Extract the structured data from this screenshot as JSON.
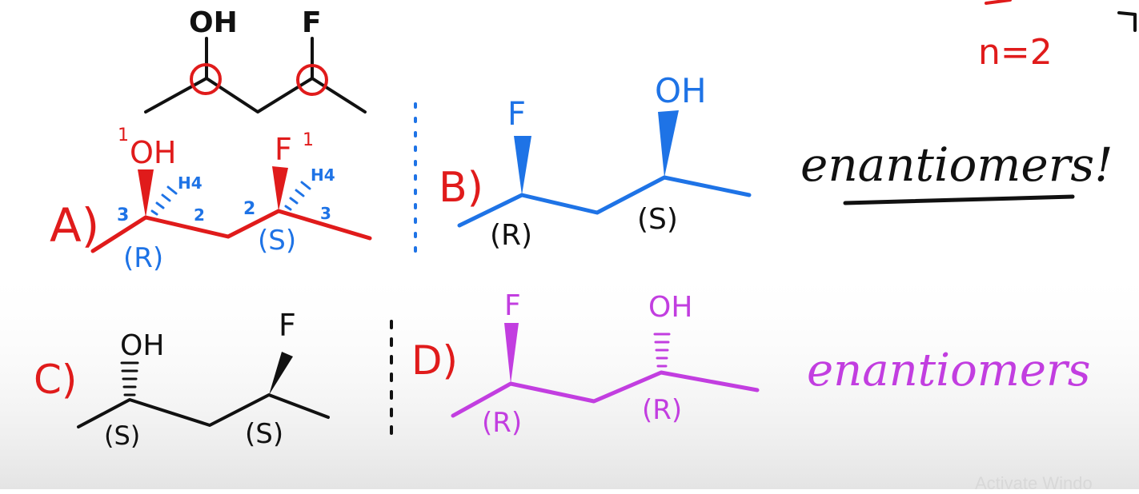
{
  "colors": {
    "black": "#111111",
    "red": "#e01b1b",
    "blue": "#1e73e6",
    "magenta": "#c23ee0"
  },
  "top_molecule": {
    "oh_label": "OH",
    "f_label": "F",
    "note": "n=2"
  },
  "structure_a": {
    "letter": "A)",
    "oh_label": "OH",
    "f_label": "F",
    "priority_oh": "1",
    "priority_f": "1",
    "h4_left": "H4",
    "h4_right": "H4",
    "num_3_left": "3",
    "num_2_left": "2",
    "num_2_right": "2",
    "num_3_right": "3",
    "config_left": "(R)",
    "config_right": "(S)"
  },
  "structure_b": {
    "letter": "B)",
    "f_label": "F",
    "oh_label": "OH",
    "config_left": "(R)",
    "config_right": "(S)"
  },
  "structure_c": {
    "letter": "C)",
    "oh_label": "OH",
    "f_label": "F",
    "config_left": "(S)",
    "config_right": "(S)"
  },
  "structure_d": {
    "letter": "D)",
    "f_label": "F",
    "oh_label": "OH",
    "config_left": "(R)",
    "config_right": "(R)"
  },
  "notes": {
    "enantiomers_ab": "enantiomers!",
    "enantiomers_cd": "enantiomers"
  },
  "watermark": "Activate Windo"
}
